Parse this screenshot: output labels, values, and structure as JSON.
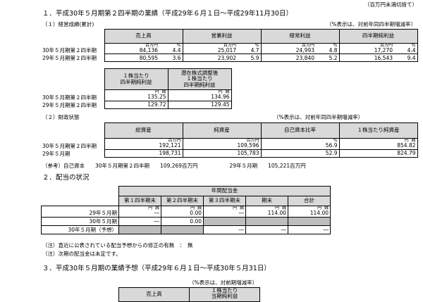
{
  "unit_note": "（百万円未満切捨て）",
  "section1": {
    "title": "１．平成30年５月期第２四半期の業績（平成29年６月１日～平成29年11月30日）",
    "sub1": "（１）経営成績(累計)",
    "pct_note": "（%表示は、対前年同四半期増減率）",
    "headers": [
      "売上高",
      "営業利益",
      "経常利益",
      "四半期純利益"
    ],
    "unit_million": "百万円",
    "unit_pct": "%",
    "rows": [
      {
        "label": "30年５月期第２四半期",
        "vals": [
          "84,136",
          "4.4",
          "25,017",
          "4.7",
          "24,993",
          "4.8",
          "17,270",
          "4.4"
        ]
      },
      {
        "label": "29年５月期第２四半期",
        "vals": [
          "80,595",
          "3.6",
          "23,902",
          "5.9",
          "23,840",
          "5.2",
          "16,543",
          "9.4"
        ]
      }
    ],
    "eps_headers": [
      "１株当たり\n四半期純利益",
      "潜在株式調整後\n１株当たり\n四半期純利益"
    ],
    "unit_yen": "円",
    "unit_sen": "銭",
    "eps_rows": [
      {
        "label": "30年５月期第２四半期",
        "vals": [
          "135.25",
          "134.96"
        ]
      },
      {
        "label": "29年５月期第２四半期",
        "vals": [
          "129.72",
          "129.45"
        ]
      }
    ],
    "sub2": "（２）財政状態",
    "fin_headers": [
      "総資産",
      "純資産",
      "自己資本比率",
      "１株当たり純資産"
    ],
    "fin_rows": [
      {
        "label": "30年５月期第２四半期",
        "vals": [
          "192,121",
          "109,596",
          "56.9",
          "854.82"
        ]
      },
      {
        "label": "29年５月期",
        "vals": [
          "198,731",
          "105,783",
          "52.9",
          "824.79"
        ]
      }
    ],
    "ref_line": "（参考）自己資本　　30年５月期第２四半期　　109,269百万円　　　　　　29年５月期　　105,221百万円"
  },
  "section2": {
    "title": "２．配当の状況",
    "group_header": "年間配当金",
    "headers": [
      "第１四半期末",
      "第２四半期末",
      "第３四半期末",
      "期末",
      "合計"
    ],
    "rows": [
      {
        "label": "29年５月期",
        "vals": [
          "―",
          "0.00",
          "―",
          "114.00",
          "114.00"
        ]
      },
      {
        "label": "30年５月期",
        "vals": [
          "―",
          "0.00",
          "",
          "",
          ""
        ]
      },
      {
        "label": "30年５月期（予想）",
        "vals": [
          "",
          "",
          "―",
          "―",
          "―"
        ]
      }
    ],
    "note1": "（注）直近に公表されている配当予想からの修正の有無　：　無",
    "note2": "（注）次期の配当金は未定です。"
  },
  "section3": {
    "title": "３．平成30年５月期の業績予想（平成29年６月１日～平成30年５月31日）",
    "pct_note": "（%表示は、対前期増減率）",
    "headers": [
      "売上高",
      "１株当たり\n当期純利益"
    ]
  }
}
